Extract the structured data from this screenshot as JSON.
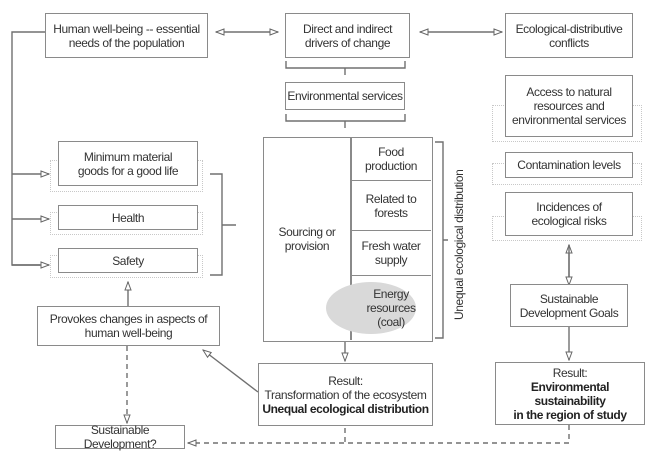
{
  "diagram": {
    "human_wellbeing": "Human well-being -- essential needs of the population",
    "drivers": "Direct and indirect drivers of change",
    "conflicts": "Ecological-distributive conflicts",
    "env_services": "Environmental services",
    "access": "Access to natural resources and environmental services",
    "contamination": "Contamination levels",
    "incidences": "Incidences of ecological risks",
    "min_goods": "Minimum material goods for a good life",
    "health": "Health",
    "safety": "Safety",
    "sourcing": "Sourcing or provision",
    "services_list": [
      {
        "label": "Food production"
      },
      {
        "label": "Related to forests"
      },
      {
        "label": "Fresh water supply"
      },
      {
        "label": "Energy resources (coal)",
        "highlighted": true
      }
    ],
    "unequal_label": "Unequal ecological distribution",
    "provokes": "Provokes changes in aspects of human well-being",
    "sdg": "Sustainable Development Goals",
    "result_center": {
      "line1": "Result:",
      "line2": "Transformation of the ecosystem",
      "line3": "Unequal ecological distribution"
    },
    "result_right": {
      "line1": "Result:",
      "line2": "Environmental sustainability",
      "line3": "in the region of study"
    },
    "sustainable_dev": "Sustainable Development?",
    "colors": {
      "border": "#8a8a8a",
      "highlight": "#d9d9d9",
      "line": "#707070"
    }
  }
}
